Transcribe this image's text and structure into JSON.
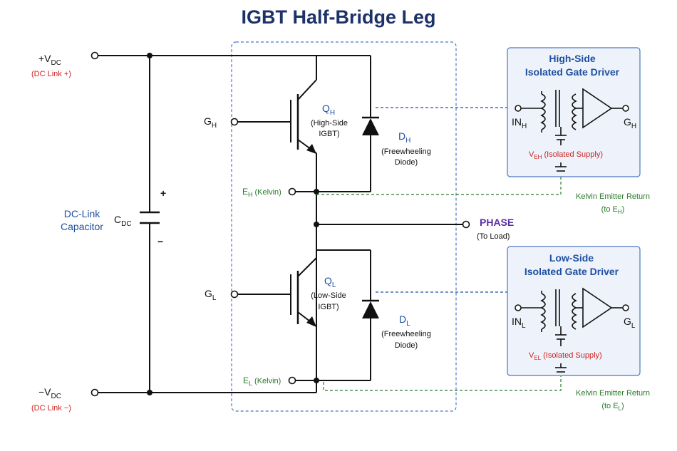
{
  "title": "IGBT Half-Bridge Leg",
  "colors": {
    "title": "#1c3268",
    "wire": "#111111",
    "red": "#cc2222",
    "blue": "#1f4fa0",
    "green": "#2a7a2a",
    "purple": "#5a2fa0",
    "dashed_box": "#4a78c0",
    "driver_fill": "#eef3fb",
    "driver_stroke": "#4a78c0"
  },
  "rails": {
    "vdc_pos": {
      "main": "+V",
      "sub": "DC",
      "note": "(DC Link +)"
    },
    "vdc_neg": {
      "main": "−V",
      "sub": "DC",
      "note": "(DC Link −)"
    }
  },
  "capacitor": {
    "name": "DC-Link",
    "name2": "Capacitor",
    "ref_main": "C",
    "ref_sub": "DC",
    "plus": "+",
    "minus": "−"
  },
  "high_side": {
    "gate_main": "G",
    "gate_sub": "H",
    "q_main": "Q",
    "q_sub": "H",
    "q_desc1": "(High-Side",
    "q_desc2": "IGBT)",
    "d_main": "D",
    "d_sub": "H",
    "d_desc1": "(Freewheeling",
    "d_desc2": "Diode)",
    "kelvin_main": "E",
    "kelvin_sub": "H",
    "kelvin_note": "(Kelvin)"
  },
  "low_side": {
    "gate_main": "G",
    "gate_sub": "L",
    "q_main": "Q",
    "q_sub": "L",
    "q_desc1": "(Low-Side",
    "q_desc2": "IGBT)",
    "d_main": "D",
    "d_sub": "L",
    "d_desc1": "(Freewheeling",
    "d_desc2": "Diode)",
    "kelvin_main": "E",
    "kelvin_sub": "L",
    "kelvin_note": "(Kelvin)"
  },
  "phase": {
    "label": "PHASE",
    "note": "(To Load)"
  },
  "driver_high": {
    "title1": "High-Side",
    "title2": "Isolated Gate Driver",
    "in_main": "IN",
    "in_sub": "H",
    "out_main": "G",
    "out_sub": "H",
    "supply_main": "V",
    "supply_sub": "EH",
    "supply_note": "(Isolated Supply)"
  },
  "driver_low": {
    "title1": "Low-Side",
    "title2": "Isolated Gate Driver",
    "in_main": "IN",
    "in_sub": "L",
    "out_main": "G",
    "out_sub": "L",
    "supply_main": "V",
    "supply_sub": "EL",
    "supply_note": "(Isolated Supply)"
  },
  "kelvin_return_high": {
    "line1": "Kelvin Emitter Return",
    "line2_pre": "(to E",
    "line2_sub": "H",
    "line2_post": ")"
  },
  "kelvin_return_low": {
    "line1": "Kelvin Emitter Return",
    "line2_pre": "(to E",
    "line2_sub": "L",
    "line2_post": ")"
  }
}
